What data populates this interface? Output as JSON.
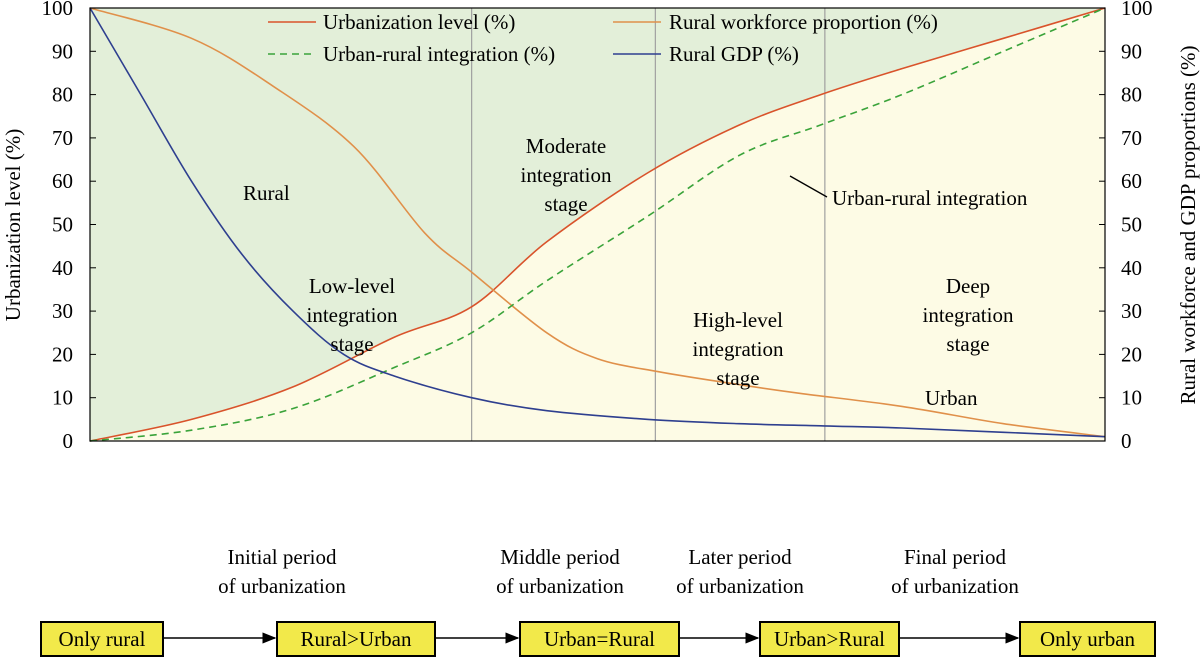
{
  "chart_data": {
    "type": "line",
    "x_range": [
      0,
      100
    ],
    "ylim": [
      0,
      100
    ],
    "ylabel": "Urbanization level (%)",
    "ylabel_right": "Rural workforce and GDP proportions (%)",
    "yticks": [
      0,
      10,
      20,
      30,
      40,
      50,
      60,
      70,
      80,
      90,
      100
    ],
    "grid": false,
    "legend_position": "top",
    "colors": {
      "urbanization": "#d9532b",
      "integration": "#3aa33a",
      "workforce": "#e0904a",
      "gdp": "#2e3f8f",
      "rural_area": "#e3efd9",
      "urban_area": "#fdfbe5",
      "flow_box": "#f2e94a"
    },
    "series": [
      {
        "name": "Urbanization level (%)",
        "style": "solid",
        "x": [
          0,
          10,
          20,
          30,
          37.6,
          45,
          55,
          64,
          72,
          80,
          90,
          100
        ],
        "y": [
          0,
          5,
          12.5,
          24,
          31,
          46,
          62,
          73,
          80,
          86,
          93,
          100
        ]
      },
      {
        "name": "Rural workforce proportion (%)",
        "style": "solid",
        "x": [
          0,
          10,
          18,
          26,
          33,
          37.6,
          45,
          50,
          56,
          64,
          70,
          80,
          90,
          100
        ],
        "y": [
          100,
          93,
          82,
          68,
          48,
          39,
          25,
          19,
          16,
          13,
          11,
          8,
          4,
          1
        ]
      },
      {
        "name": "Urban-rural integration (%)",
        "style": "dashed",
        "x": [
          0,
          10,
          20,
          30,
          37.6,
          45,
          55,
          64,
          72,
          80,
          90,
          100
        ],
        "y": [
          0,
          2.5,
          7.5,
          17,
          25,
          37,
          52,
          66,
          73,
          80,
          90,
          100
        ]
      },
      {
        "name": "Rural GDP (%)",
        "style": "solid",
        "x": [
          0,
          5,
          10,
          15,
          20,
          25,
          30,
          37.6,
          45,
          55,
          64,
          72,
          80,
          90,
          100
        ],
        "y": [
          100,
          80,
          60,
          43,
          30,
          20,
          15,
          10,
          7,
          5,
          4,
          3.5,
          3,
          2,
          1
        ]
      }
    ],
    "stage_boundaries_x": [
      37.6,
      55.7,
      72.4
    ],
    "annotations": {
      "rural": "Rural",
      "urban": "Urban",
      "integration_label": "Urban-rural integration",
      "stages": [
        "Low-level\nintegration\nstage",
        "Moderate\nintegration\nstage",
        "High-level\nintegration\nstage",
        "Deep\nintegration\nstage"
      ],
      "periods": [
        "Initial period\nof urbanization",
        "Middle period\nof urbanization",
        "Later period\nof urbanization",
        "Final period\nof urbanization"
      ]
    }
  },
  "flow": [
    "Only rural",
    "Rural>Urban",
    "Urban=Rural",
    "Urban>Rural",
    "Only urban"
  ]
}
